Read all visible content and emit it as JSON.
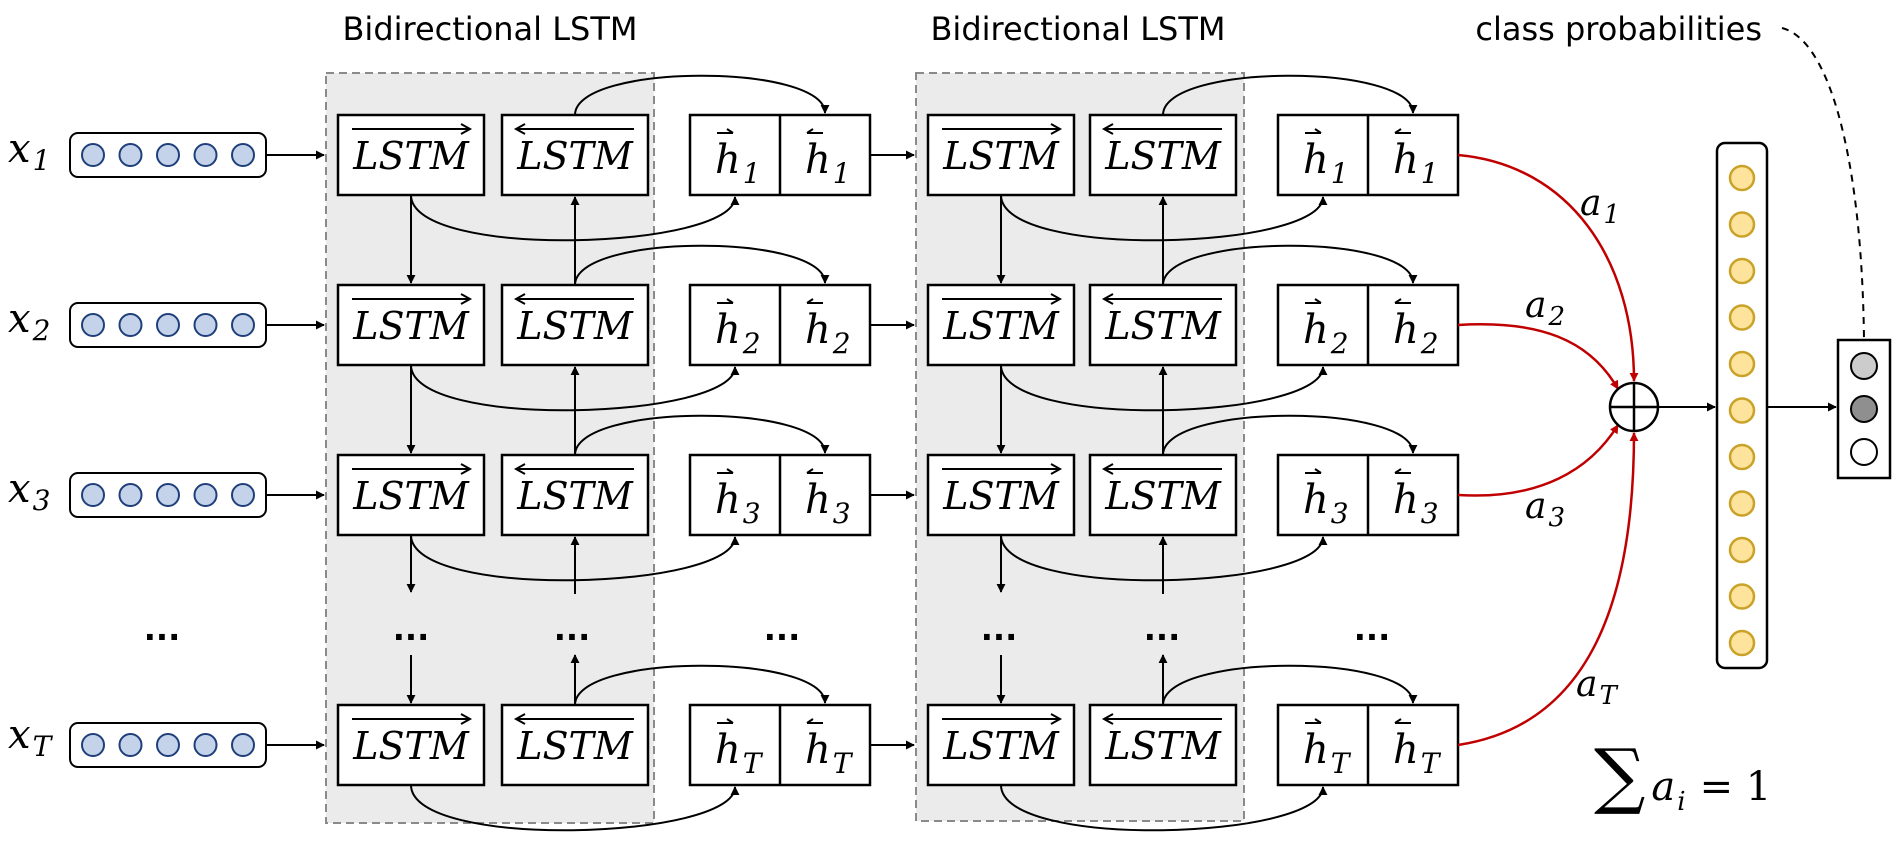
{
  "diagram": {
    "layer_titles": [
      "Bidirectional LSTM",
      "Bidirectional LSTM"
    ],
    "output_label": "class probabilities",
    "ellipsis": "...",
    "lstm_label": "LSTM",
    "inputs": [
      {
        "base": "x",
        "sub": "1"
      },
      {
        "base": "x",
        "sub": "2"
      },
      {
        "base": "x",
        "sub": "3"
      },
      {
        "base": "x",
        "sub": "T"
      }
    ],
    "hidden_base": "h",
    "hidden_subs": [
      "1",
      "2",
      "3",
      "T"
    ],
    "attention_weights": [
      {
        "base": "a",
        "sub": "1"
      },
      {
        "base": "a",
        "sub": "2"
      },
      {
        "base": "a",
        "sub": "3"
      },
      {
        "base": "a",
        "sub": "T"
      }
    ],
    "constraint": {
      "sigma": "∑",
      "base": "a",
      "sub": "i",
      "rest": "= 1"
    },
    "input_nodes_per_vector": 5,
    "context_vector_nodes": 11,
    "output_nodes": 3,
    "colors": {
      "input_node_fill": "#c5d3ea",
      "input_node_stroke": "#1f3f7a",
      "context_node_fill": "#fde39b",
      "context_node_stroke": "#c9a227",
      "layer_bg": "#ebebeb",
      "layer_border": "#8a8a8a",
      "attention_arrow": "#c00000",
      "output_node_fills": [
        "#cccccc",
        "#8f8f8f",
        "#ffffff"
      ]
    }
  }
}
